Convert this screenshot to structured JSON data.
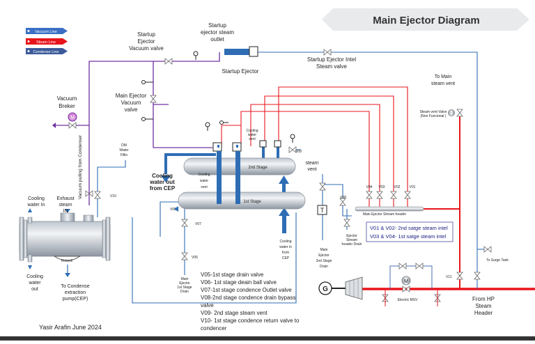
{
  "title": "Main Ejector Diagram",
  "legend": {
    "vacuum": "Vacuum Line",
    "steam": "Steam Line",
    "condense": "Condense Line"
  },
  "colors": {
    "vacuum": "#7030a0",
    "steam": "#e8141b",
    "condense": "#2e6db4",
    "legend_vacuum": "#3a6fc4",
    "legend_steam": "#e8141b",
    "legend_condense": "#3b5a9a"
  },
  "labels": {
    "startup_steam_outlet": [
      "Startup",
      "ejector steam",
      "outlet"
    ],
    "startup_vacuum_valve": [
      "Startup",
      "Ejector",
      "Vacuum valve"
    ],
    "startup_ejector": "Startup Ejector",
    "startup_intel_valve": [
      "Startup Ejector Intel",
      "Steam valve"
    ],
    "to_main_steam_vent": [
      "To Main",
      "steam vent"
    ],
    "steam_vent_valve": [
      "Steam vent Valve",
      "(Non Funcional )"
    ],
    "main_vacuum_valve": [
      "Main  Ejector",
      "Vacuum",
      "valve"
    ],
    "vacuum_breker": [
      "Vacuum",
      "Breker"
    ],
    "vacuum_pulling": "Vacuum pulling from Condenser",
    "dm_water": [
      "DM",
      "Water",
      "Fillin"
    ],
    "cooling_water_out": [
      "Cooling",
      "water out",
      "from CEP"
    ],
    "cooling_water_vent_2": [
      "Cooling",
      "water",
      "vent"
    ],
    "cooling_water_vent_top": [
      "Cooling",
      "water",
      "vent"
    ],
    "stage2": "2nd Stage",
    "stage1": "1st Stage",
    "steam_vent": [
      "steam",
      "vent"
    ],
    "cooling_water_in_cep": [
      "Cooling",
      "water in",
      "from",
      "CEP"
    ],
    "main_ejector_2nd_drain": [
      "Main",
      "Ejector",
      "2nd Stage",
      "Drain"
    ],
    "main_ejector_1st_drain": [
      "Main",
      "Ejector",
      "1st Stage",
      "Drain"
    ],
    "ejector_steam_drain": [
      "Ejector",
      "Stream",
      "header Drain"
    ],
    "steam_header": "Main Ejector Stream header",
    "cooling_water_in": [
      "Cooling",
      "water In"
    ],
    "exhaust_steam_in": [
      "Exhaust",
      "steam",
      "IN"
    ],
    "hotwell": "Hotwell",
    "cooling_water_out_cond": [
      "Cooling",
      "water",
      "out"
    ],
    "to_condense_pump": [
      "To Condense",
      "extraction",
      "pump(CEP)"
    ],
    "to_surge_tank": "To Surge Tank",
    "electric_msv": "Electric MSV",
    "from_hp_header": [
      "From HP",
      "Steam",
      "Header"
    ],
    "author": "Yasir Arafin June 2024",
    "gen": "G",
    "motor": "M",
    "t_box": "T"
  },
  "valves": {
    "V01": "V01",
    "V02": "V02",
    "V03": "V03",
    "V04": "V04",
    "V05": "V05",
    "V06": "V06",
    "V07": "V07",
    "V08": "V08",
    "V09": "V09",
    "V10": "V10",
    "V11": "V11"
  },
  "notes_box": [
    "V01 & V02- 2nd satge steam intel",
    "V03 & V04- 1st satge steam intel"
  ],
  "legend_text": [
    "V05-1st stage drain valve",
    "V06- 1st stage deain ball valve",
    "V07-1st stage condence Outlet valve",
    "V08-2nd stage condence drain bypass",
    "valve",
    "V09- 2nd stage steam vent",
    "V10- 1st stage condence return valve to",
    "condencer"
  ]
}
